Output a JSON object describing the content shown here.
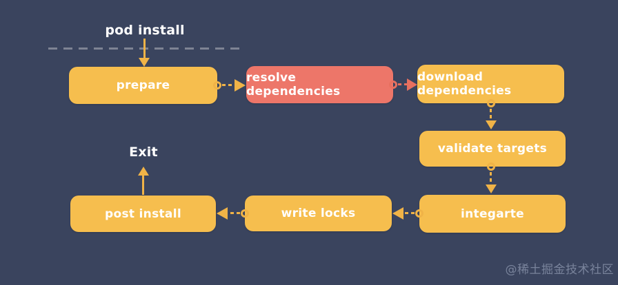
{
  "entry_label": "pod install",
  "exit_label": "Exit",
  "watermark": "@稀土掘金技术社区",
  "colors": {
    "background": "#3A445E",
    "node_yellow": "#F6BE4E",
    "node_red": "#ED7669",
    "arrow_yellow": "#F0B347",
    "arrow_red": "#E8705F",
    "divider_gray": "#7E8494",
    "node_text": "#FFFFFF"
  },
  "nodes": [
    {
      "id": "prepare",
      "label": "prepare",
      "color": "#F6BE4E"
    },
    {
      "id": "resolve-dependencies",
      "label": "resolve dependencies",
      "color": "#ED7669"
    },
    {
      "id": "download-dependencies",
      "label": "download dependencies",
      "color": "#F6BE4E"
    },
    {
      "id": "validate-targets",
      "label": "validate targets",
      "color": "#F6BE4E"
    },
    {
      "id": "integarte",
      "label": "integarte",
      "color": "#F6BE4E"
    },
    {
      "id": "write-locks",
      "label": "write locks",
      "color": "#F6BE4E"
    },
    {
      "id": "post-install",
      "label": "post install",
      "color": "#F6BE4E"
    }
  ],
  "edges": [
    {
      "from": "pod-install-entry",
      "to": "prepare",
      "style": "solid-arrow",
      "color": "#F0B347"
    },
    {
      "from": "prepare",
      "to": "resolve-dependencies",
      "style": "circle-dashed-arrow",
      "color": "#F0B347"
    },
    {
      "from": "resolve-dependencies",
      "to": "download-dependencies",
      "style": "circle-dashed-arrow",
      "color": "#E8705F"
    },
    {
      "from": "download-dependencies",
      "to": "validate-targets",
      "style": "circle-dashed-arrow",
      "color": "#F0B347"
    },
    {
      "from": "validate-targets",
      "to": "integarte",
      "style": "circle-dashed-arrow",
      "color": "#F0B347"
    },
    {
      "from": "integarte",
      "to": "write-locks",
      "style": "circle-dashed-arrow",
      "color": "#F0B347"
    },
    {
      "from": "write-locks",
      "to": "post-install",
      "style": "circle-dashed-arrow",
      "color": "#F0B347"
    },
    {
      "from": "post-install",
      "to": "exit",
      "style": "solid-arrow",
      "color": "#F0B347"
    }
  ]
}
